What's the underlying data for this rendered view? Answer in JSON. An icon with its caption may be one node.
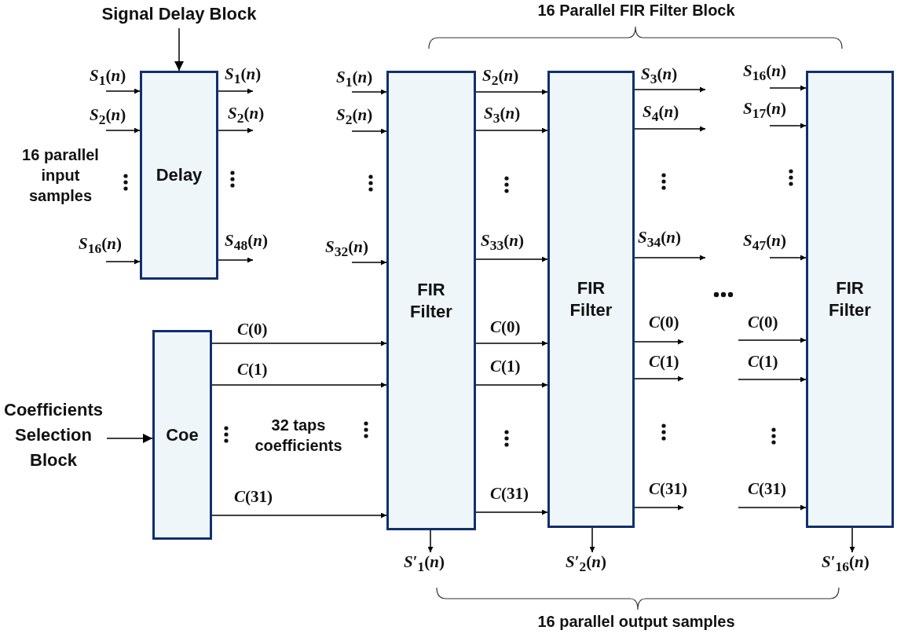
{
  "diagram": {
    "nodes": [
      {
        "text": [
          "Signal Delay Block"
        ]
      },
      {
        "text": [
          "Delay"
        ]
      },
      {
        "text": [
          "Coefficients Selection Block"
        ]
      },
      {
        "text": [
          "Coe"
        ]
      },
      {
        "text": [
          "FIR Filter"
        ]
      },
      {
        "text": [
          "FIR Filter"
        ]
      },
      {
        "text": [
          "FIR Filter"
        ]
      },
      {
        "text": [
          "*S*′$_{1}$(*n*)"
        ]
      },
      {
        "text": [
          "*S*′$_{2}$(*n*)"
        ]
      },
      {
        "text": [
          "*S*′$_{16}$(*n*)"
        ]
      }
    ],
    "edges": [
      {
        "from": 0,
        "to": 1,
        "arrow": "to"
      },
      {
        "from": null,
        "to": 1,
        "arrow": "to",
        "label": "*S*$_{1}$(*n*)"
      },
      {
        "from": null,
        "to": 1,
        "arrow": "to",
        "label": "*S*$_{2}$(*n*)"
      },
      {
        "from": null,
        "to": 1,
        "arrow": "to",
        "label": "*S*$_{16}$(*n*)"
      },
      {
        "from": 1,
        "to": null,
        "arrow": "to",
        "label": "*S*$_{1}$(*n*)"
      },
      {
        "from": 1,
        "to": null,
        "arrow": "to",
        "label": "*S*$_{2}$(*n*)"
      },
      {
        "from": 1,
        "to": null,
        "arrow": "to",
        "label": "*S*$_{48}$(*n*)"
      },
      {
        "from": null,
        "to": 4,
        "arrow": "to",
        "label": "*S*$_{1}$(*n*)"
      },
      {
        "from": null,
        "to": 4,
        "arrow": "to",
        "label": "*S*$_{2}$(*n*)"
      },
      {
        "from": null,
        "to": 4,
        "arrow": "to",
        "label": "*S*$_{32}$(*n*)"
      },
      {
        "from": 4,
        "to": 5,
        "arrow": "to",
        "label": "*S*$_{2}$(*n*)"
      },
      {
        "from": 4,
        "to": 5,
        "arrow": "to",
        "label": "*S*$_{3}$(*n*)"
      },
      {
        "from": 4,
        "to": 5,
        "arrow": "to",
        "label": "*S*$_{33}$(*n*)"
      },
      {
        "from": 5,
        "to": null,
        "arrow": "to",
        "label": "*S*$_{3}$(*n*)"
      },
      {
        "from": 5,
        "to": null,
        "arrow": "to",
        "label": "*S*$_{4}$(*n*)"
      },
      {
        "from": 5,
        "to": null,
        "arrow": "to",
        "label": "*S*$_{34}$(*n*)"
      },
      {
        "from": null,
        "to": 6,
        "arrow": "to",
        "label": "*S*$_{16}$(*n*)"
      },
      {
        "from": null,
        "to": 6,
        "arrow": "to",
        "label": "*S*$_{17}$(*n*)"
      },
      {
        "from": null,
        "to": 6,
        "arrow": "to",
        "label": "*S*$_{47}$(*n*)"
      },
      {
        "from": 2,
        "to": 3,
        "arrow": "to"
      },
      {
        "from": 3,
        "to": 4,
        "arrow": "to",
        "label": "*C*(0)"
      },
      {
        "from": 3,
        "to": 4,
        "arrow": "to",
        "label": "*C*(1)"
      },
      {
        "from": 3,
        "to": 4,
        "arrow": "to",
        "label": "*C*(31)"
      },
      {
        "from": 4,
        "to": 5,
        "arrow": "to",
        "label": "*C*(0)"
      },
      {
        "from": 4,
        "to": 5,
        "arrow": "to",
        "label": "*C*(1)"
      },
      {
        "from": 4,
        "to": 5,
        "arrow": "to",
        "label": "*C*(31)"
      },
      {
        "from": 5,
        "to": null,
        "arrow": "to",
        "label": "*C*(0)"
      },
      {
        "from": 5,
        "to": null,
        "arrow": "to",
        "label": "*C*(1)"
      },
      {
        "from": 5,
        "to": null,
        "arrow": "to",
        "label": "*C*(31)"
      },
      {
        "from": null,
        "to": 6,
        "arrow": "to",
        "label": "*C*(0)"
      },
      {
        "from": null,
        "to": 6,
        "arrow": "to",
        "label": "*C*(1)"
      },
      {
        "from": null,
        "to": 6,
        "arrow": "to",
        "label": "*C*(31)"
      },
      {
        "from": 4,
        "to": 7,
        "arrow": "to"
      },
      {
        "from": 5,
        "to": 8,
        "arrow": "to"
      },
      {
        "from": 6,
        "to": 9,
        "arrow": "to"
      }
    ],
    "labels": [
      "16 Parallel FIR Filter Block",
      "16 parallel input samples",
      "32 taps coefficients",
      "16 parallel output samples"
    ]
  }
}
